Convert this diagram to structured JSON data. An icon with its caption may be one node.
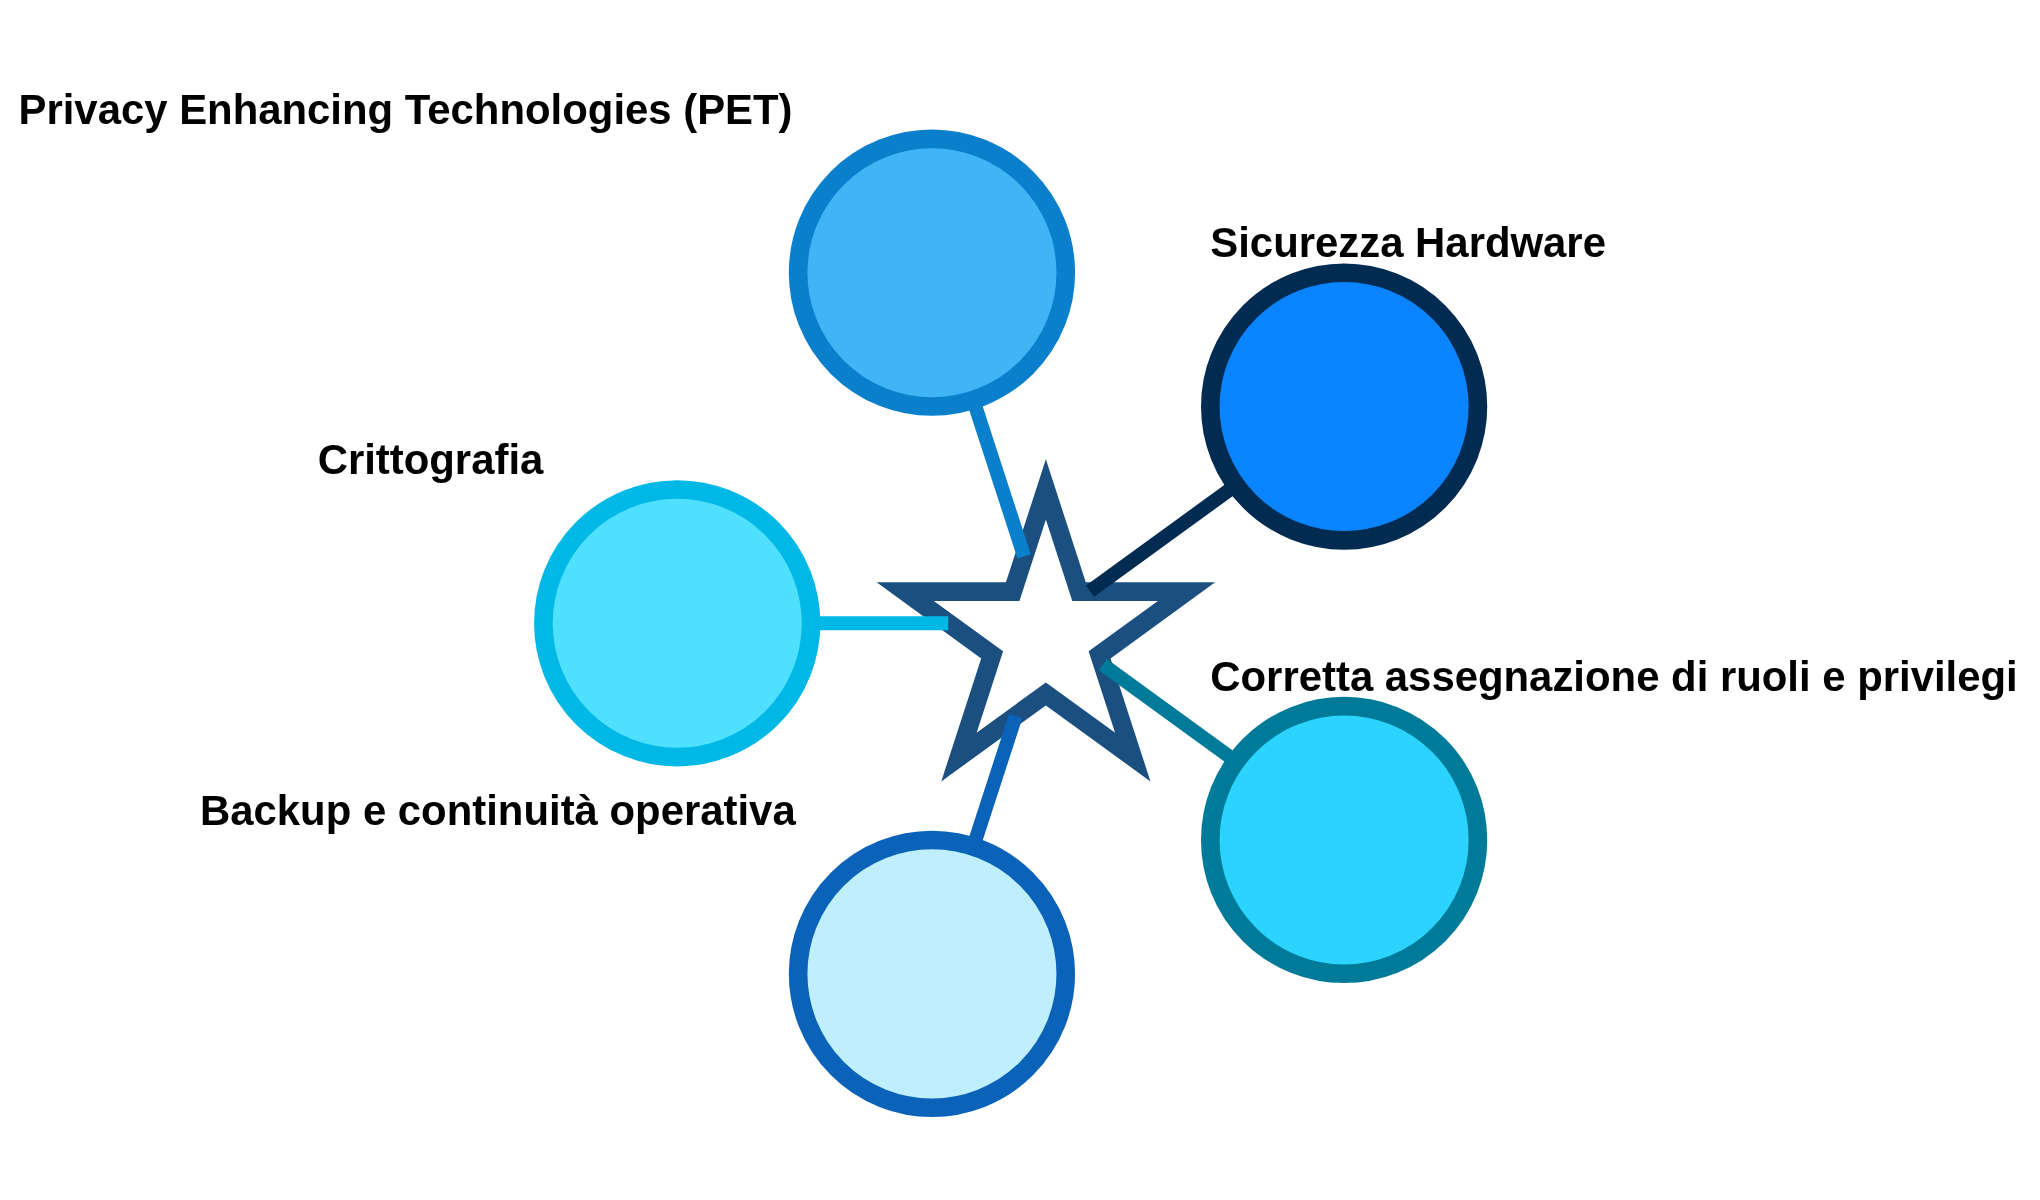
{
  "diagram": {
    "nodes": [
      {
        "text": [],
        "shape": "star"
      },
      {
        "text": [],
        "shape": "circle",
        "beside": [
          "Sicurezza Hardware"
        ]
      },
      {
        "text": [],
        "shape": "circle",
        "beside": [
          "Privacy Enhancing Technologies (PET)"
        ]
      },
      {
        "text": [],
        "shape": "circle",
        "beside": [
          "Crittografia"
        ]
      },
      {
        "text": [],
        "shape": "circle",
        "beside": [
          "Backup e continuità operativa"
        ]
      },
      {
        "text": [],
        "shape": "circle",
        "beside": [
          "Corretta assegnazione di ruoli e privilegi"
        ]
      }
    ],
    "edges": [
      {
        "from": 1,
        "to": 0,
        "arrow": "none",
        "color": "#022b52"
      },
      {
        "from": 2,
        "to": 0,
        "arrow": "none",
        "color": "#0a7fcc"
      },
      {
        "from": 3,
        "to": 0,
        "arrow": "none",
        "color": "#00b8e6"
      },
      {
        "from": 4,
        "to": 0,
        "arrow": "none",
        "color": "#0a63b8"
      },
      {
        "from": 5,
        "to": 0,
        "arrow": "none",
        "color": "#007a99"
      }
    ]
  }
}
